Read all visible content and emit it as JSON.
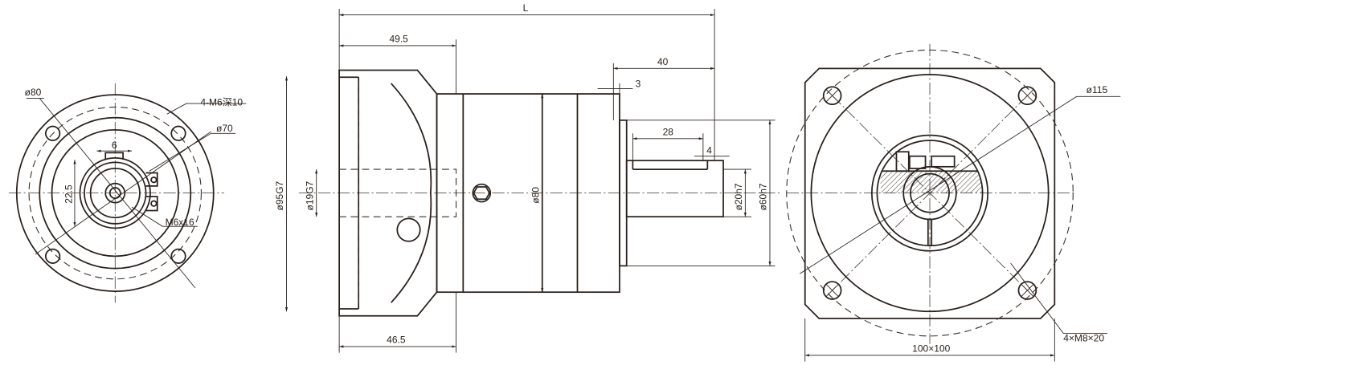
{
  "colors": {
    "line": "#2a211c",
    "background": "#ffffff"
  },
  "left_view": {
    "d_outer": "ø80",
    "bolt_holes": "4-M6深10",
    "d_pilot": "ø70",
    "key_width": "6",
    "key_height": "22.5",
    "center_thread": "M6x16"
  },
  "side_view": {
    "total_length": "L",
    "flange_length": "49.5",
    "output_length": "40",
    "shoulder": "3",
    "key_length": "28",
    "key_offset": "4",
    "d_flange": "ø95G7",
    "d_bore": "ø19G7",
    "d_body": "ø80",
    "d_shaft": "ø20h7",
    "d_spigot": "ø60h7",
    "bottom_length": "46.5"
  },
  "front_view": {
    "d_bolt_circle": "ø115",
    "square": "100×100",
    "mount_holes": "4×M8×20"
  }
}
